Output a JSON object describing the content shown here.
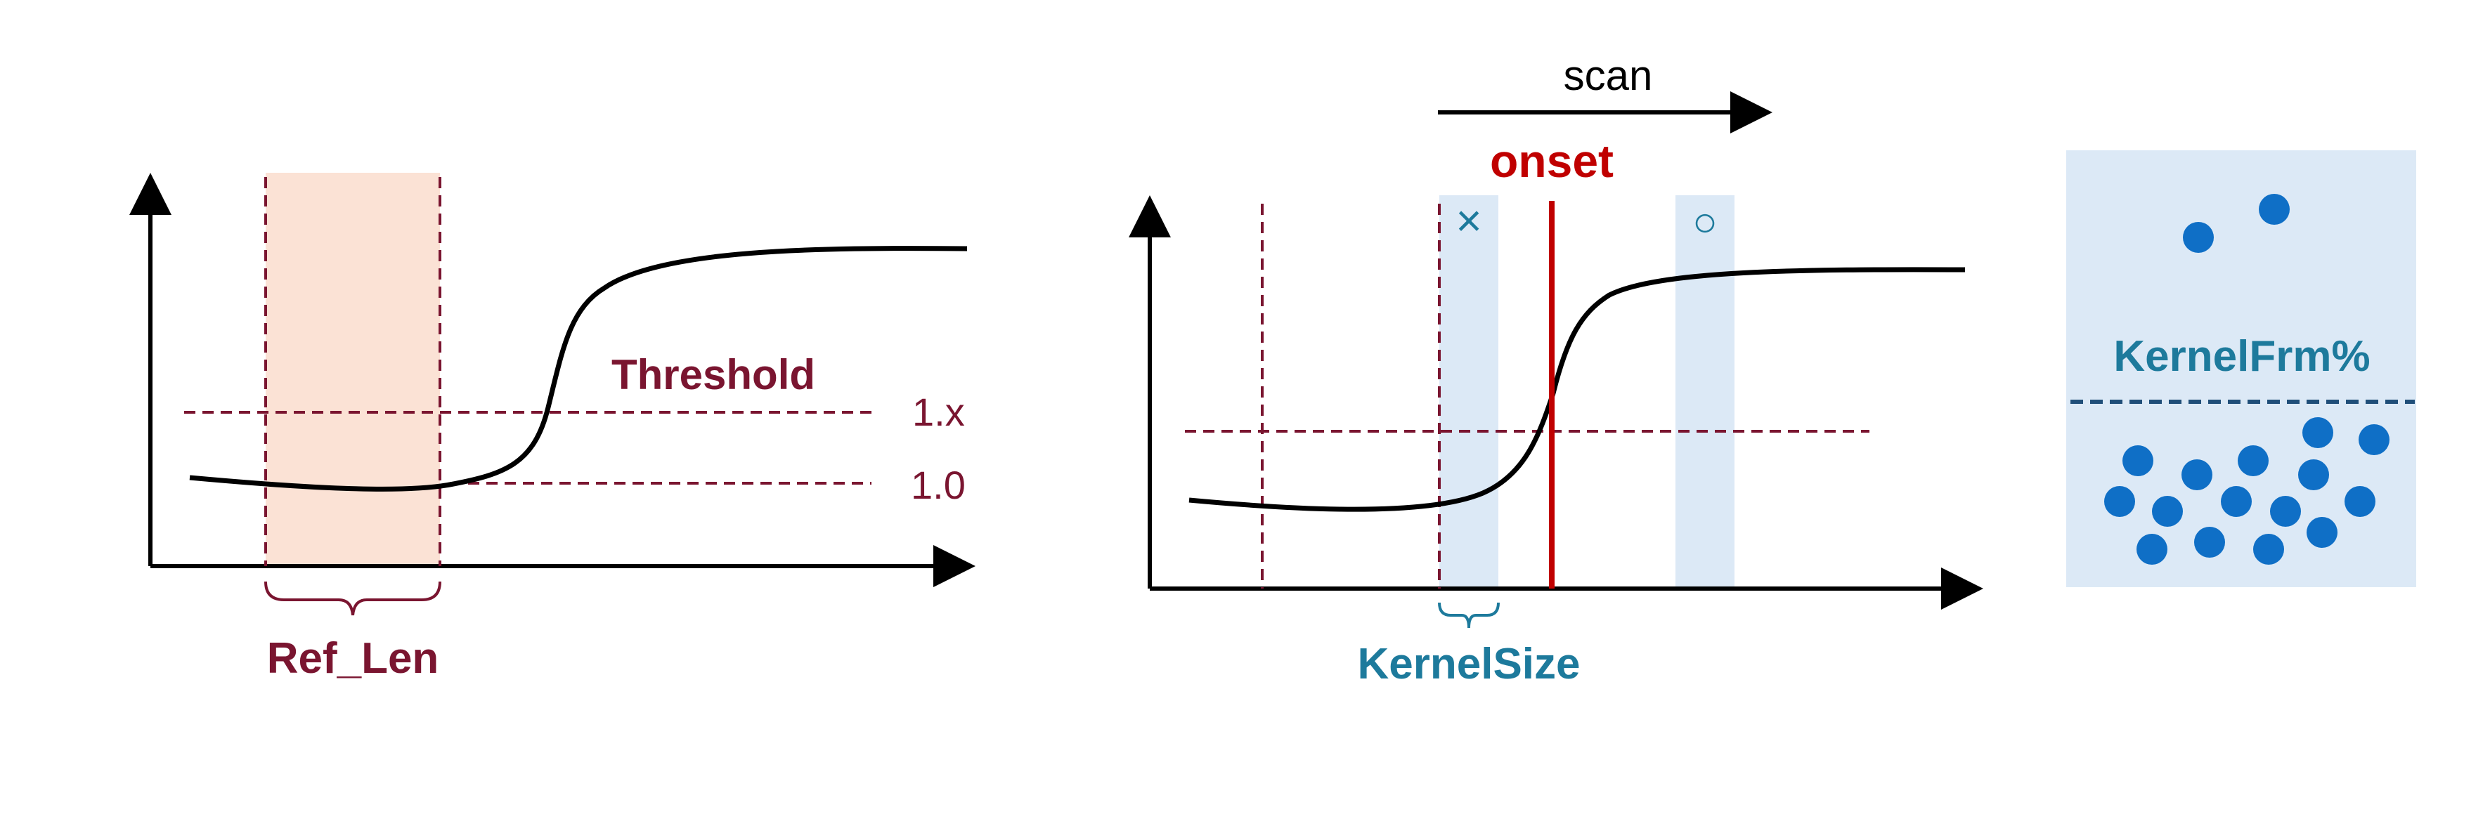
{
  "panel_ref": {
    "threshold_label": "Threshold",
    "level_upper_label": "1.x",
    "level_base_label": "1.0",
    "ref_len_label": "Ref_Len"
  },
  "panel_scan": {
    "scan_label": "scan",
    "onset_label": "onset",
    "kernel_size_label": "KernelSize",
    "reject_marker": "×",
    "accept_marker": "○"
  },
  "panel_kernel": {
    "kernel_frm_label": "KernelFrm%"
  },
  "colors": {
    "dark_red": "#7a1530",
    "onset_red": "#c00000",
    "teal": "#1d7a9c",
    "dot_blue": "#0f6fc6",
    "light_blue": "#dce9f6",
    "peach": "#fbe2d5",
    "navy_dash": "#1f4e79",
    "axis": "#000000"
  }
}
